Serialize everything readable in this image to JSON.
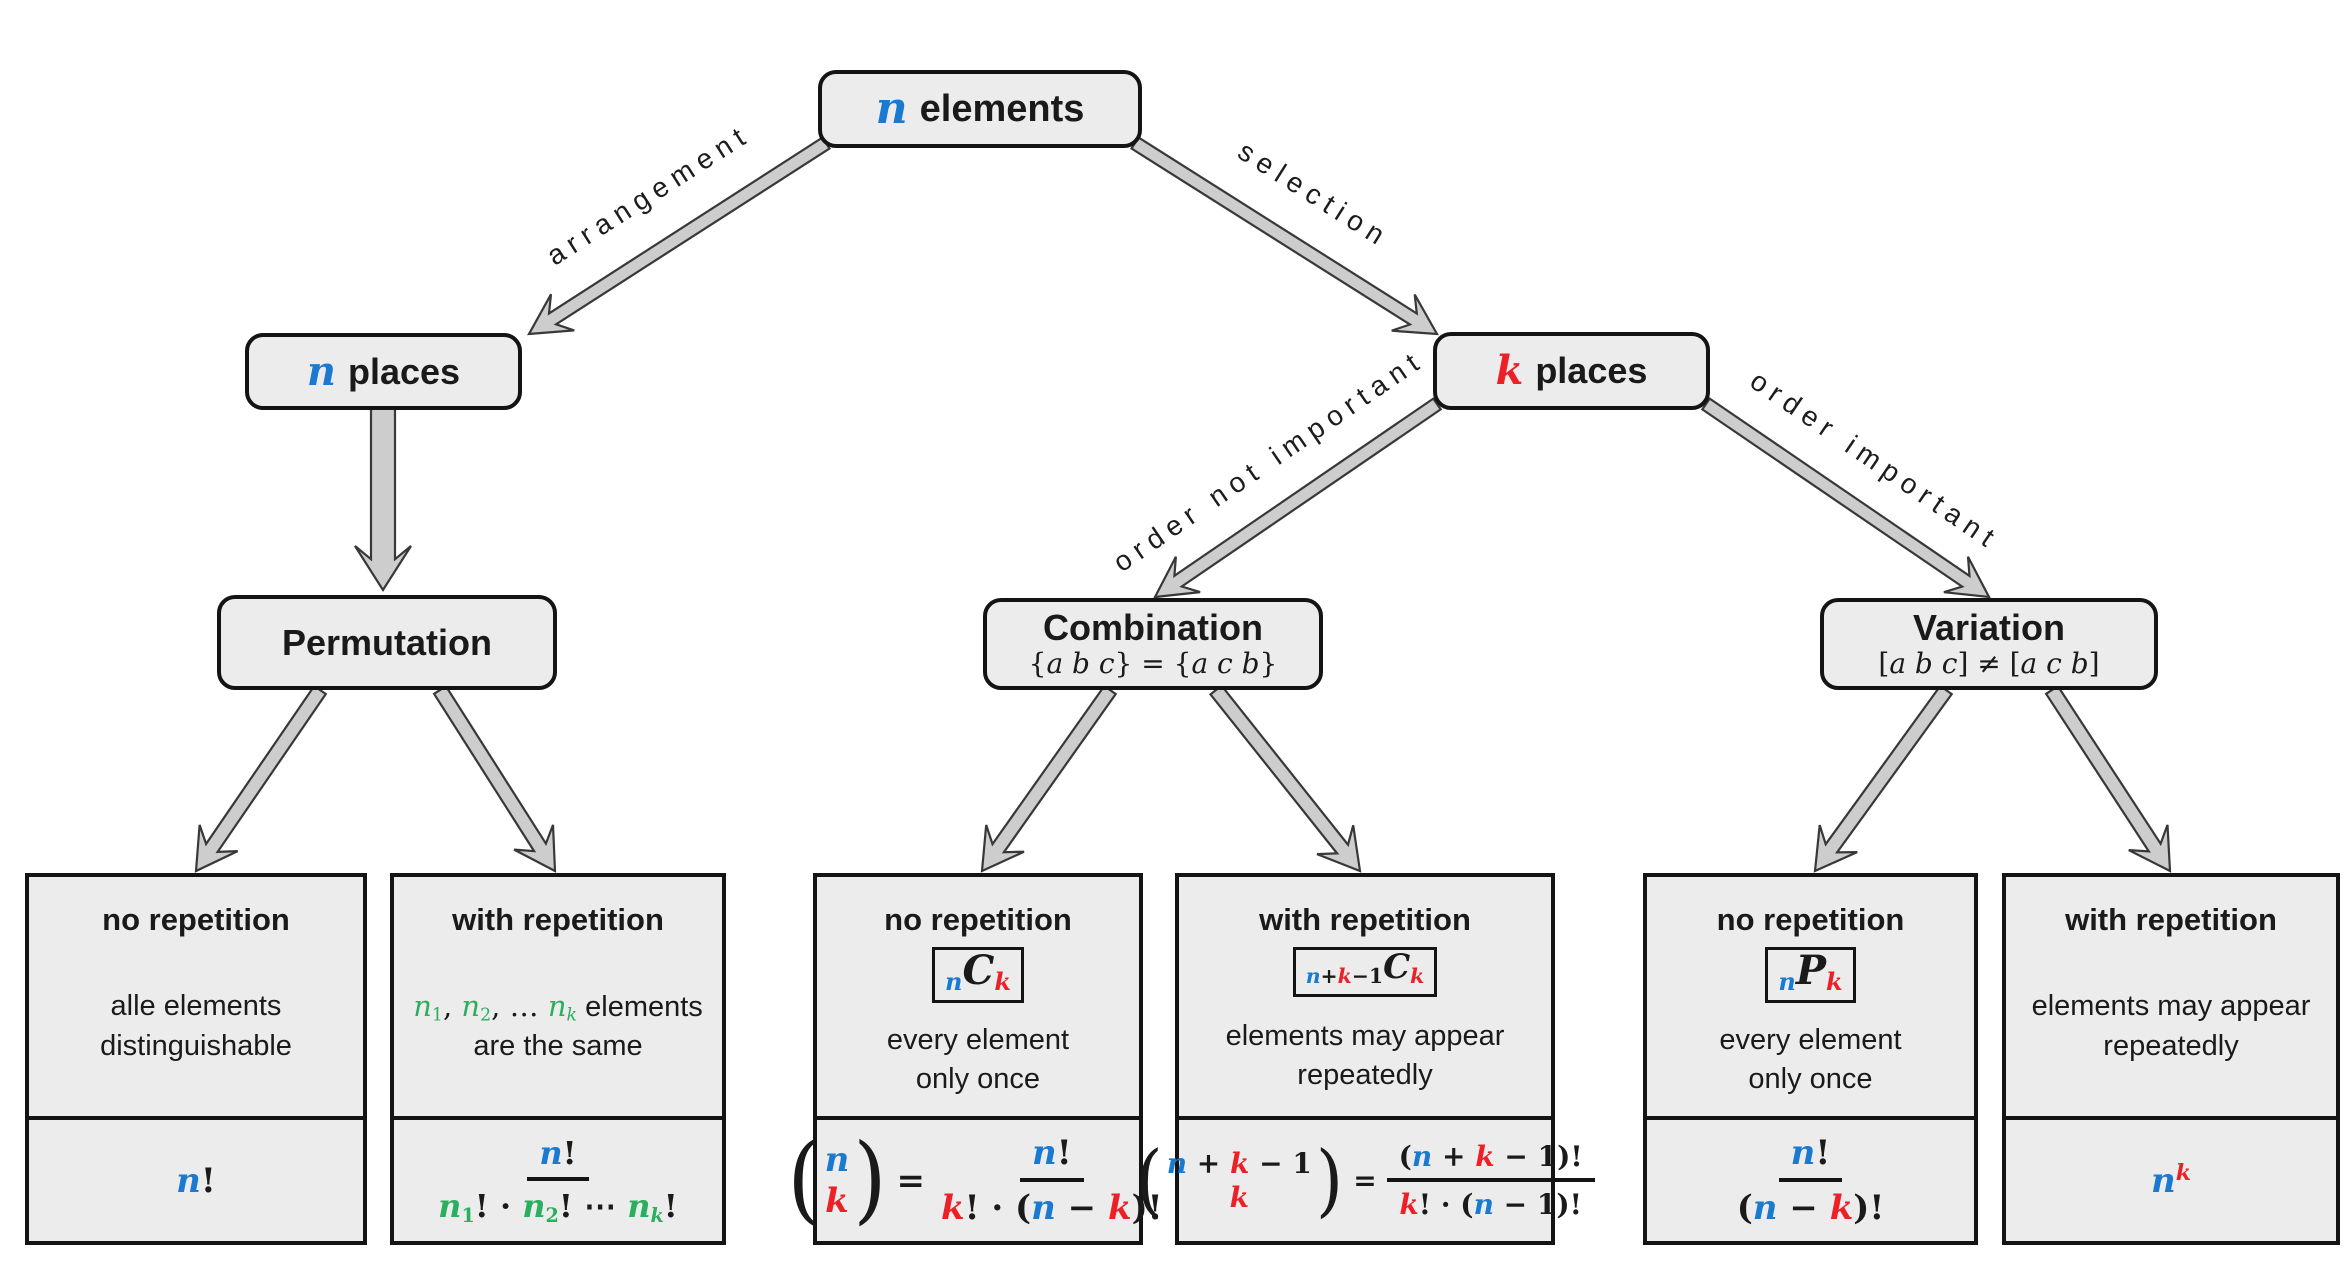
{
  "palette": {
    "blue": "#1a7ad1",
    "red": "#ec2026",
    "green": "#2aaf5f",
    "box_fill": "#ececec",
    "box_border": "#141414",
    "arrow_fill": "#cdcdcd",
    "arrow_stroke": "#383838"
  },
  "nodes": {
    "root": {
      "var": "n",
      "var_color": "blue",
      "text": "elements"
    },
    "n_places": {
      "var": "n",
      "var_color": "blue",
      "text": "places"
    },
    "k_places": {
      "var": "k",
      "var_color": "red",
      "text": "places"
    }
  },
  "branch_nodes": {
    "permutation": {
      "title": "Permutation"
    },
    "combination": {
      "title": "Combination",
      "subtitle": [
        {
          "t": "{"
        },
        {
          "t": "a b c",
          "i": 1
        },
        {
          "t": "} = {"
        },
        {
          "t": "a c b",
          "i": 1
        },
        {
          "t": "}"
        }
      ]
    },
    "variation": {
      "title": "Variation",
      "subtitle": [
        {
          "t": "["
        },
        {
          "t": "a b c",
          "i": 1
        },
        {
          "t": "] ≠ ["
        },
        {
          "t": "a c b",
          "i": 1
        },
        {
          "t": "]"
        }
      ]
    }
  },
  "edges": {
    "arrangement": {
      "label": "arrangement"
    },
    "selection": {
      "label": "selection"
    },
    "order_not_important": {
      "label": "order not important"
    },
    "order_important": {
      "label": "order important"
    }
  },
  "cards": [
    {
      "id": "permutation-no-repetition",
      "title": "no repetition",
      "badge": null,
      "desc": [
        [
          {
            "t": "alle elements"
          }
        ],
        [
          {
            "t": "distinguishable"
          }
        ]
      ],
      "formula": [
        {
          "k": "row",
          "t": [
            {
              "t": "n",
              "c": "blue",
              "i": 1
            },
            {
              "t": "!"
            }
          ]
        }
      ]
    },
    {
      "id": "permutation-with-repetition",
      "title": "with repetition",
      "badge": null,
      "desc": [
        [
          {
            "t": "n",
            "c": "green",
            "s": 1,
            "i": 1
          },
          {
            "t": "1",
            "c": "green",
            "s": 1,
            "sub": 1
          },
          {
            "t": ", ",
            "s": 1
          },
          {
            "t": "n",
            "c": "green",
            "s": 1,
            "i": 1
          },
          {
            "t": "2",
            "c": "green",
            "s": 1,
            "sub": 1
          },
          {
            "t": ", … ",
            "s": 1
          },
          {
            "t": "n",
            "c": "green",
            "s": 1,
            "i": 1
          },
          {
            "t": "k",
            "c": "green",
            "s": 1,
            "i": 1,
            "sub": 1
          },
          {
            "t": " elements"
          }
        ],
        [
          {
            "t": "are the same"
          }
        ]
      ],
      "formula": [
        {
          "k": "frac",
          "num": [
            {
              "t": "n",
              "c": "blue",
              "i": 1
            },
            {
              "t": "!"
            }
          ],
          "den": [
            {
              "t": "n",
              "c": "green",
              "i": 1
            },
            {
              "t": "1",
              "c": "green",
              "sub": 1
            },
            {
              "t": "! · "
            },
            {
              "t": "n",
              "c": "green",
              "i": 1
            },
            {
              "t": "2",
              "c": "green",
              "sub": 1
            },
            {
              "t": "! ⋯ "
            },
            {
              "t": "n",
              "c": "green",
              "i": 1
            },
            {
              "t": "k",
              "c": "green",
              "i": 1,
              "sub": 1
            },
            {
              "t": "!"
            }
          ]
        }
      ]
    },
    {
      "id": "combination-no-repetition",
      "title": "no repetition",
      "badge": [
        {
          "t": "n",
          "c": "blue",
          "i": 1,
          "sub": 1
        },
        {
          "t": "C",
          "i": 1
        },
        {
          "t": "k",
          "c": "red",
          "i": 1,
          "sub": 1
        }
      ],
      "desc": [
        [
          {
            "t": "every element"
          }
        ],
        [
          {
            "t": "only once"
          }
        ]
      ],
      "formula": [
        {
          "k": "binom",
          "top": [
            {
              "t": "n",
              "c": "blue",
              "i": 1
            }
          ],
          "bot": [
            {
              "t": "k",
              "c": "red",
              "i": 1
            }
          ]
        },
        {
          "k": "row",
          "t": [
            {
              "t": "="
            }
          ]
        },
        {
          "k": "frac",
          "num": [
            {
              "t": "n",
              "c": "blue",
              "i": 1
            },
            {
              "t": "!"
            }
          ],
          "den": [
            {
              "t": "k",
              "c": "red",
              "i": 1
            },
            {
              "t": "! · ("
            },
            {
              "t": "n",
              "c": "blue",
              "i": 1
            },
            {
              "t": " − "
            },
            {
              "t": "k",
              "c": "red",
              "i": 1
            },
            {
              "t": ")!"
            }
          ]
        }
      ]
    },
    {
      "id": "combination-with-repetition",
      "title": "with repetition",
      "badge": [
        {
          "t": "n",
          "c": "blue",
          "i": 1,
          "sub": 1
        },
        {
          "t": "+",
          "sub": 1
        },
        {
          "t": "k",
          "c": "red",
          "i": 1,
          "sub": 1
        },
        {
          "t": "−1",
          "sub": 1
        },
        {
          "t": "C",
          "i": 1
        },
        {
          "t": "k",
          "c": "red",
          "i": 1,
          "sub": 1
        }
      ],
      "desc": [
        [
          {
            "t": "elements may appear"
          }
        ],
        [
          {
            "t": "repeatedly"
          }
        ]
      ],
      "formula": [
        {
          "k": "binom",
          "top": [
            {
              "t": "n",
              "c": "blue",
              "i": 1
            },
            {
              "t": " + "
            },
            {
              "t": "k",
              "c": "red",
              "i": 1
            },
            {
              "t": " − 1"
            }
          ],
          "bot": [
            {
              "t": "k",
              "c": "red",
              "i": 1
            }
          ]
        },
        {
          "k": "row",
          "t": [
            {
              "t": "="
            }
          ]
        },
        {
          "k": "frac",
          "num": [
            {
              "t": "("
            },
            {
              "t": "n",
              "c": "blue",
              "i": 1
            },
            {
              "t": " + "
            },
            {
              "t": "k",
              "c": "red",
              "i": 1
            },
            {
              "t": " − 1)!"
            }
          ],
          "den": [
            {
              "t": "k",
              "c": "red",
              "i": 1
            },
            {
              "t": "! · ("
            },
            {
              "t": "n",
              "c": "blue",
              "i": 1
            },
            {
              "t": " − 1)!"
            }
          ]
        }
      ]
    },
    {
      "id": "variation-no-repetition",
      "title": "no repetition",
      "badge": [
        {
          "t": "n",
          "c": "blue",
          "i": 1,
          "sub": 1
        },
        {
          "t": "P",
          "i": 1
        },
        {
          "t": "k",
          "c": "red",
          "i": 1,
          "sub": 1
        }
      ],
      "desc": [
        [
          {
            "t": "every element"
          }
        ],
        [
          {
            "t": "only once"
          }
        ]
      ],
      "formula": [
        {
          "k": "frac",
          "num": [
            {
              "t": "n",
              "c": "blue",
              "i": 1
            },
            {
              "t": "!"
            }
          ],
          "den": [
            {
              "t": "("
            },
            {
              "t": "n",
              "c": "blue",
              "i": 1
            },
            {
              "t": " − "
            },
            {
              "t": "k",
              "c": "red",
              "i": 1
            },
            {
              "t": ")!"
            }
          ]
        }
      ]
    },
    {
      "id": "variation-with-repetition",
      "title": "with repetition",
      "badge": null,
      "desc": [
        [
          {
            "t": "elements may appear"
          }
        ],
        [
          {
            "t": "repeatedly"
          }
        ]
      ],
      "formula": [
        {
          "k": "row",
          "t": [
            {
              "t": "n",
              "c": "blue",
              "i": 1
            },
            {
              "t": "k",
              "c": "red",
              "i": 1,
              "sup": 1
            }
          ]
        }
      ]
    }
  ]
}
